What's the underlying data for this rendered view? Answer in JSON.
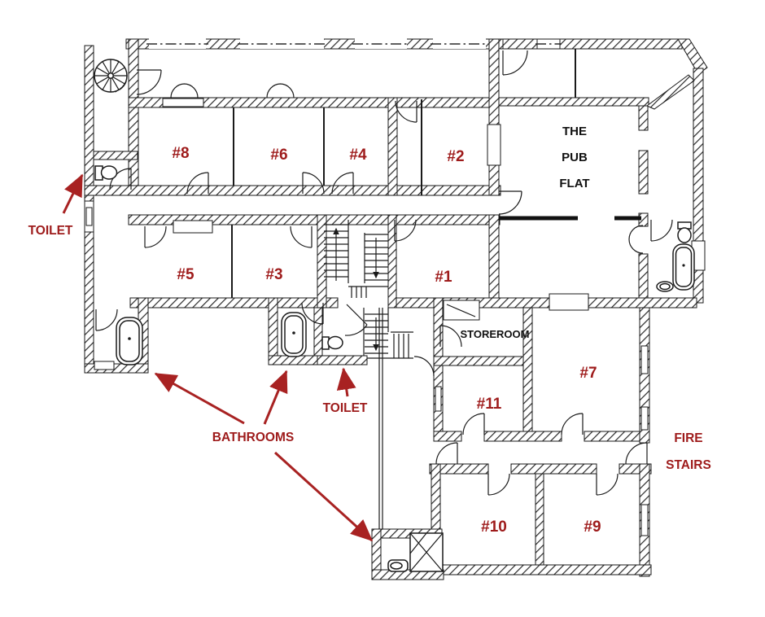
{
  "colors": {
    "label_red": "#9e1b1b",
    "arrow_red": "#a82222",
    "ink": "#1a1a1a",
    "background": "#ffffff"
  },
  "rooms": [
    {
      "label": "#8"
    },
    {
      "label": "#6"
    },
    {
      "label": "#4"
    },
    {
      "label": "#2"
    },
    {
      "label": "#5"
    },
    {
      "label": "#3"
    },
    {
      "label": "#1"
    },
    {
      "label": "#7"
    },
    {
      "label": "#11"
    },
    {
      "label": "#10"
    },
    {
      "label": "#9"
    }
  ],
  "pub_flat": {
    "line1": "THE",
    "line2": "PUB",
    "line3": "FLAT"
  },
  "storeroom": {
    "label": "STOREROOM"
  },
  "annotations": {
    "toilet_left": "TOILET",
    "toilet_middle": "TOILET",
    "bathrooms": "BATHROOMS",
    "fire_stairs_line1": "FIRE",
    "fire_stairs_line2": "STAIRS"
  }
}
